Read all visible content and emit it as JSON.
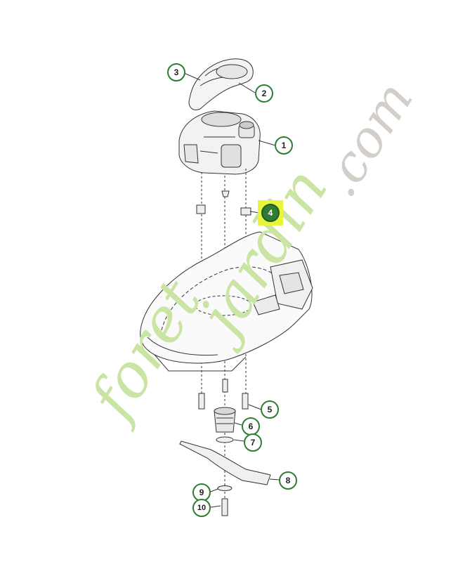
{
  "diagram": {
    "callouts": [
      {
        "label": "1"
      },
      {
        "label": "2"
      },
      {
        "label": "3"
      },
      {
        "label": "4",
        "highlighted": true
      },
      {
        "label": "5"
      },
      {
        "label": "6"
      },
      {
        "label": "7"
      },
      {
        "label": "8"
      },
      {
        "label": "9"
      },
      {
        "label": "10"
      }
    ],
    "highlight_color": "#e9f53a",
    "callout_color": "#2e7d32"
  },
  "watermark": {
    "part1": "foret",
    "part2": "jardin",
    "part3": ".com",
    "color_green": "#c9e4a3",
    "color_orange": "#f2c88a",
    "color_gray": "#d3cfc8"
  }
}
